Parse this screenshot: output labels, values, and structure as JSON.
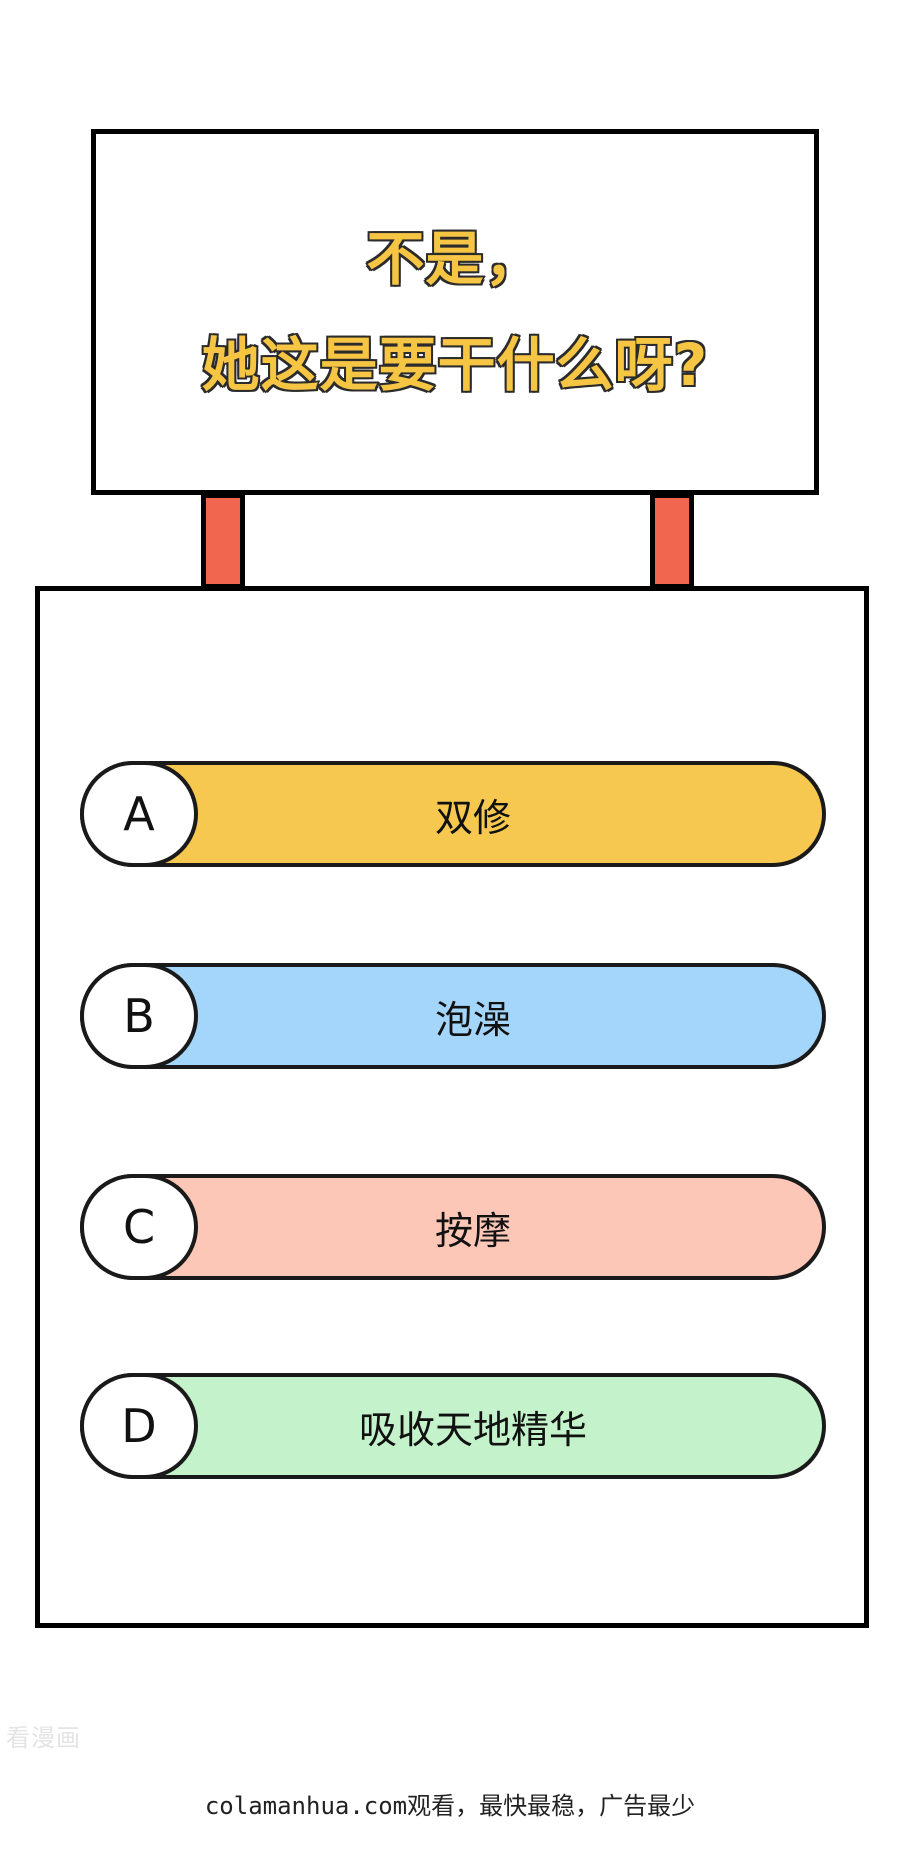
{
  "sign": {
    "line1": "不是，",
    "line2": "她这是要干什么呀?"
  },
  "options": [
    {
      "letter": "A",
      "text": "双修",
      "color": "#f6c84f"
    },
    {
      "letter": "B",
      "text": "泡澡",
      "color": "#a4d6fb"
    },
    {
      "letter": "C",
      "text": "按摩",
      "color": "#fdc7b8"
    },
    {
      "letter": "D",
      "text": "吸收天地精华",
      "color": "#c3f2cb"
    }
  ],
  "watermark": "看漫画",
  "footer": "colamanhua.com观看，最快最稳，广告最少",
  "colors": {
    "title_fill": "#f6c544",
    "post": "#f0664f",
    "outline": "#000000"
  }
}
